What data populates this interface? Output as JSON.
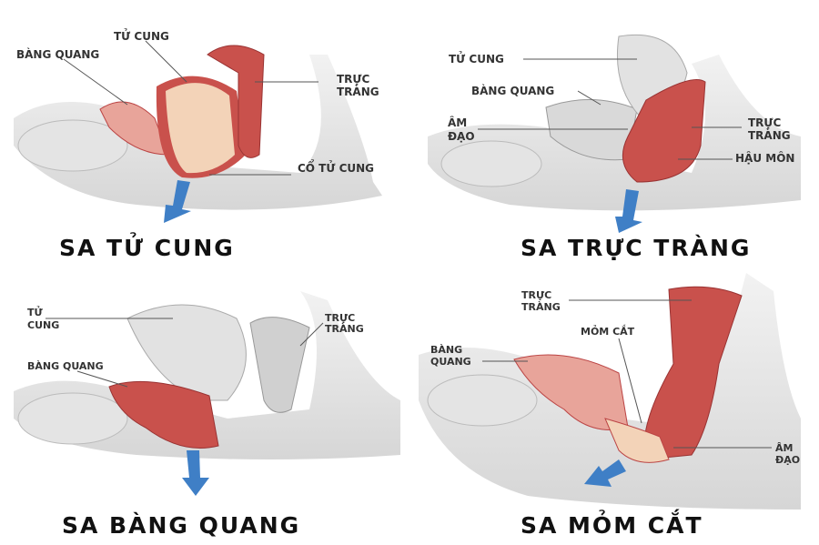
{
  "colors": {
    "arrow": "#3f7fc6",
    "tissue": "#f3d3b8",
    "muscle": "#c9514c",
    "bone": "#d9d9d9"
  },
  "panels": [
    {
      "title": "SA TỬ CUNG",
      "labels": [
        "TỬ CUNG",
        "BÀNG QUANG",
        "TRỰC",
        "TRÀNG",
        "CỔ TỬ CUNG"
      ]
    },
    {
      "title": "SA TRỰC TRÀNG",
      "labels": [
        "TỬ CUNG",
        "BÀNG QUANG",
        "ÂM",
        "ĐẠO",
        "TRỰC",
        "TRÀNG",
        "HẬU MÔN"
      ]
    },
    {
      "title": "SA BÀNG QUANG",
      "labels": [
        "TỬ",
        "CUNG",
        "BÀNG QUANG",
        "TRỰC",
        "TRÀNG"
      ]
    },
    {
      "title": "SA MỎM CẮT",
      "labels": [
        "TRỰC",
        "TRÀNG",
        "MỎM CẮT",
        "BÀNG",
        "QUANG",
        "ÂM",
        "ĐẠO"
      ]
    }
  ]
}
